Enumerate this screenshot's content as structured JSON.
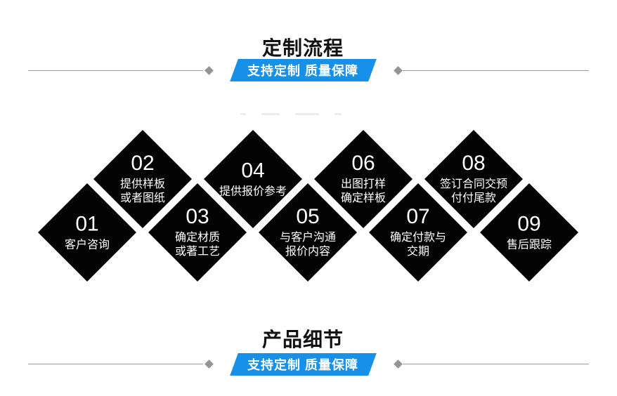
{
  "page": {
    "background": "#ffffff",
    "accent_blue": "#1690e8",
    "diamond_black": "#030303",
    "line_gray": "#9b9b9b",
    "text_white": "#ffffff"
  },
  "sections": {
    "process": {
      "title": "定制流程",
      "banner": "支持定制 质量保障"
    },
    "details": {
      "title": "产品细节",
      "banner": "支持定制 质量保障"
    }
  },
  "steps": [
    {
      "number": "01",
      "label": "客户咨询"
    },
    {
      "number": "02",
      "label": "提供样板\n或者图纸"
    },
    {
      "number": "03",
      "label": "确定材质\n或著工艺"
    },
    {
      "number": "04",
      "label": "提供报价参考"
    },
    {
      "number": "05",
      "label": "与客户沟通\n报价内容"
    },
    {
      "number": "06",
      "label": "出图打样\n确定样板"
    },
    {
      "number": "07",
      "label": "确定付款与\n交期"
    },
    {
      "number": "08",
      "label": "签订合同交预\n付付尾款"
    },
    {
      "number": "09",
      "label": "售后跟踪"
    }
  ]
}
